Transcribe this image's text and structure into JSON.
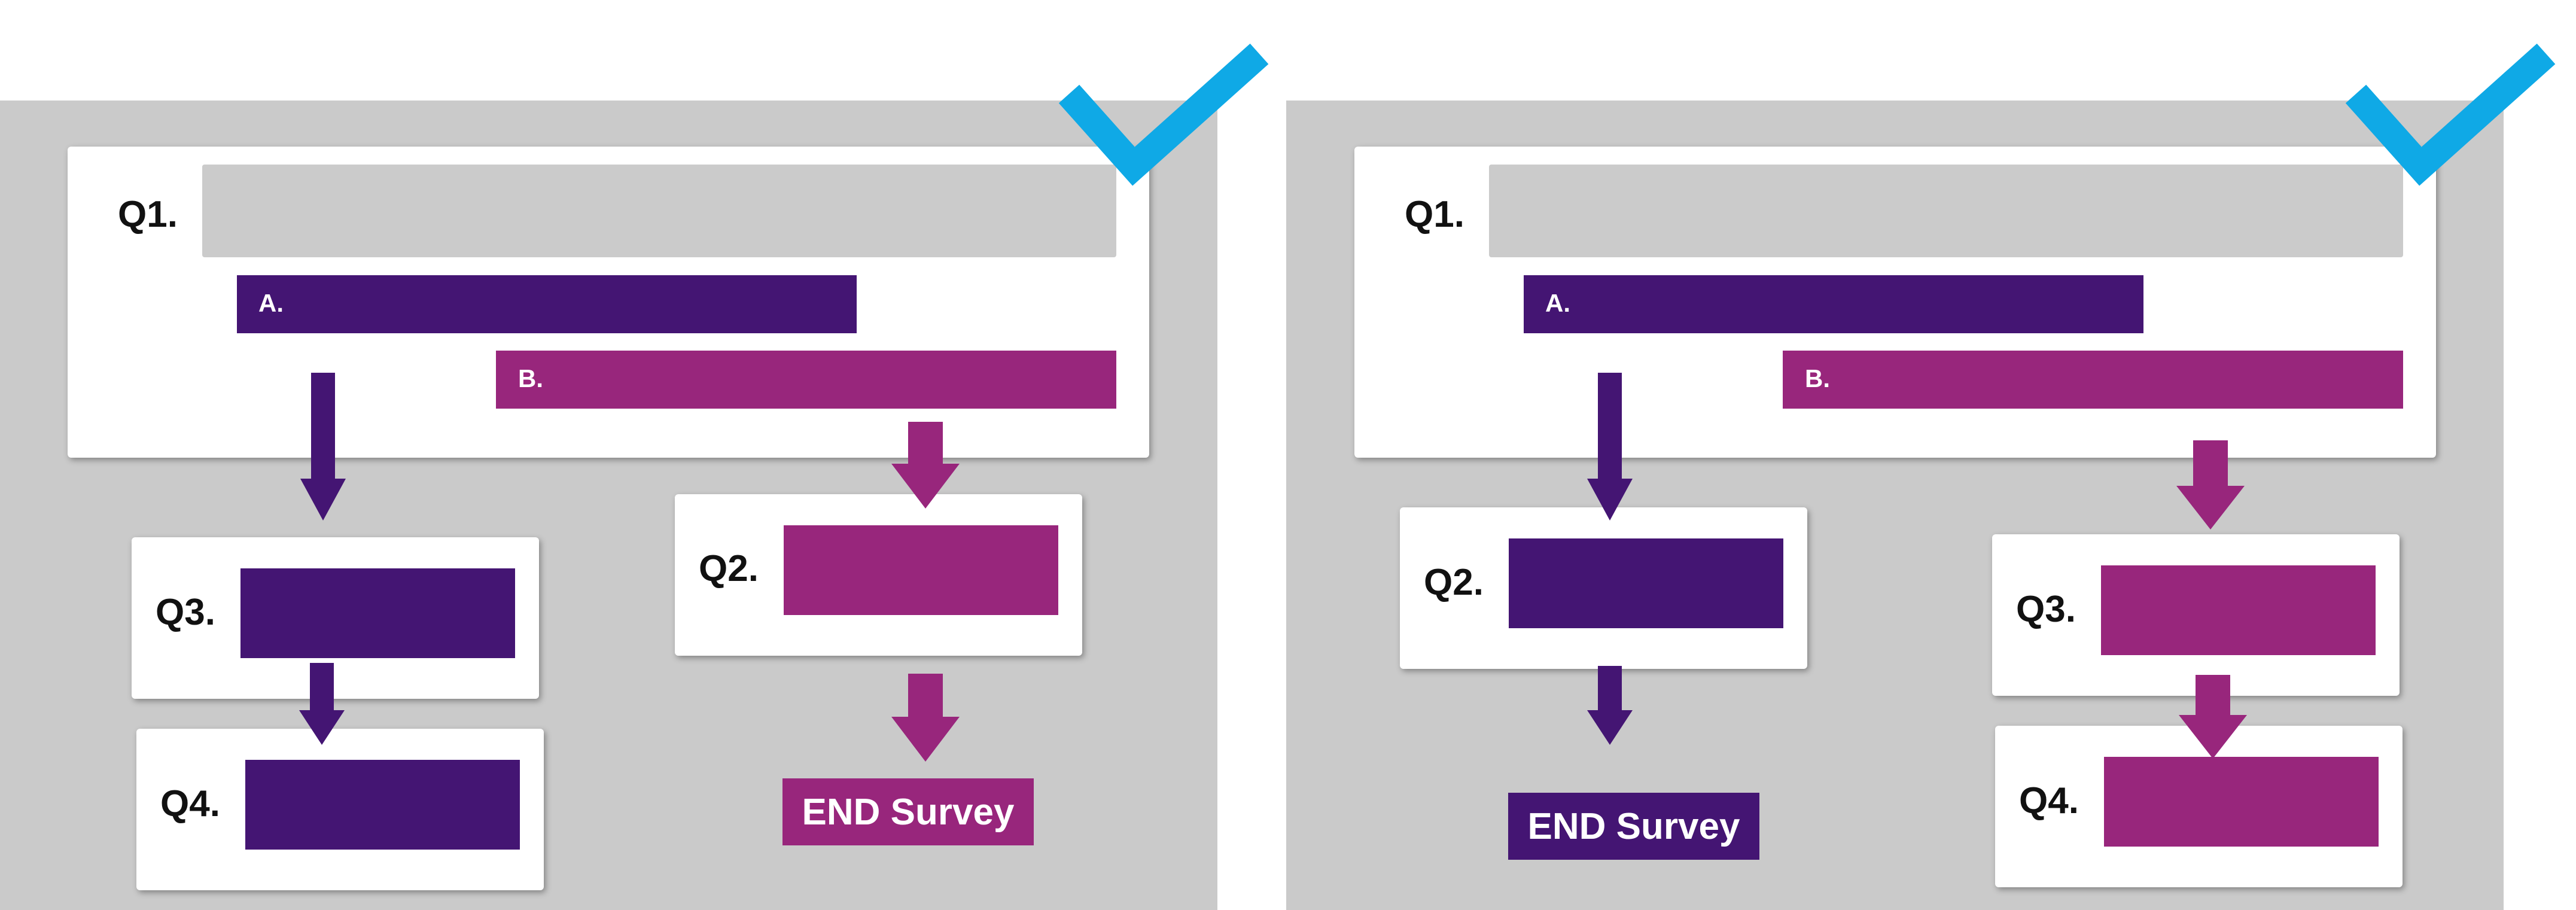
{
  "colors": {
    "background_panel": "#cacaca",
    "card": "#ffffff",
    "option_a": "#441573",
    "option_b": "#98267c",
    "checkmark": "#0fa9e6",
    "question_placeholder": "#cbcbcb"
  },
  "left_panel": {
    "q1_label": "Q1.",
    "option_a_label": "A.",
    "option_b_label": "B.",
    "branch_a": [
      "Q3.",
      "Q4."
    ],
    "branch_b": [
      "Q2."
    ],
    "end_label": "END Survey",
    "checkmark_icon": "check-icon"
  },
  "right_panel": {
    "q1_label": "Q1.",
    "option_a_label": "A.",
    "option_b_label": "B.",
    "branch_a": [
      "Q2."
    ],
    "branch_b": [
      "Q3.",
      "Q4."
    ],
    "end_label": "END Survey",
    "checkmark_icon": "check-icon"
  }
}
